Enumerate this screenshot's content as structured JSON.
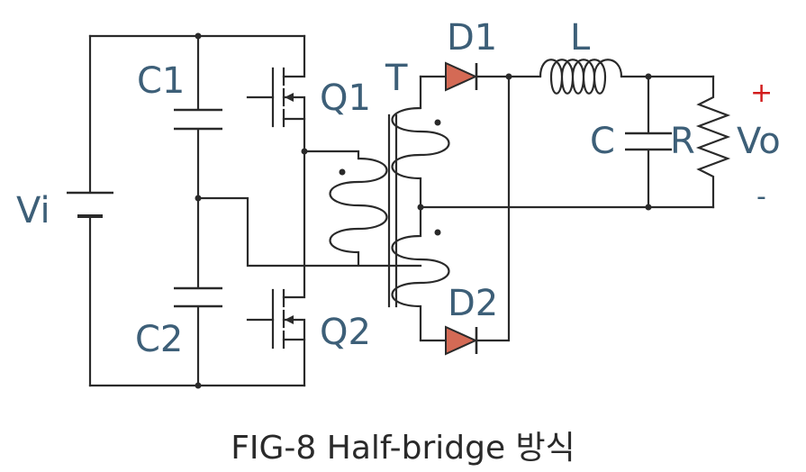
{
  "labels": {
    "vi": "Vi",
    "c1": "C1",
    "c2": "C2",
    "q1": "Q1",
    "q2": "Q2",
    "t": "T",
    "d1": "D1",
    "d2": "D2",
    "l": "L",
    "c": "C",
    "r": "R",
    "vo": "Vo",
    "plus": "+",
    "minus": "-"
  },
  "caption": "FIG-8  Half-bridge 방식",
  "colors": {
    "wire": "#2a2a2a",
    "label": "#3d5f78",
    "diode_fill": "#d46a55",
    "plus_sign": "#d21c1c"
  }
}
